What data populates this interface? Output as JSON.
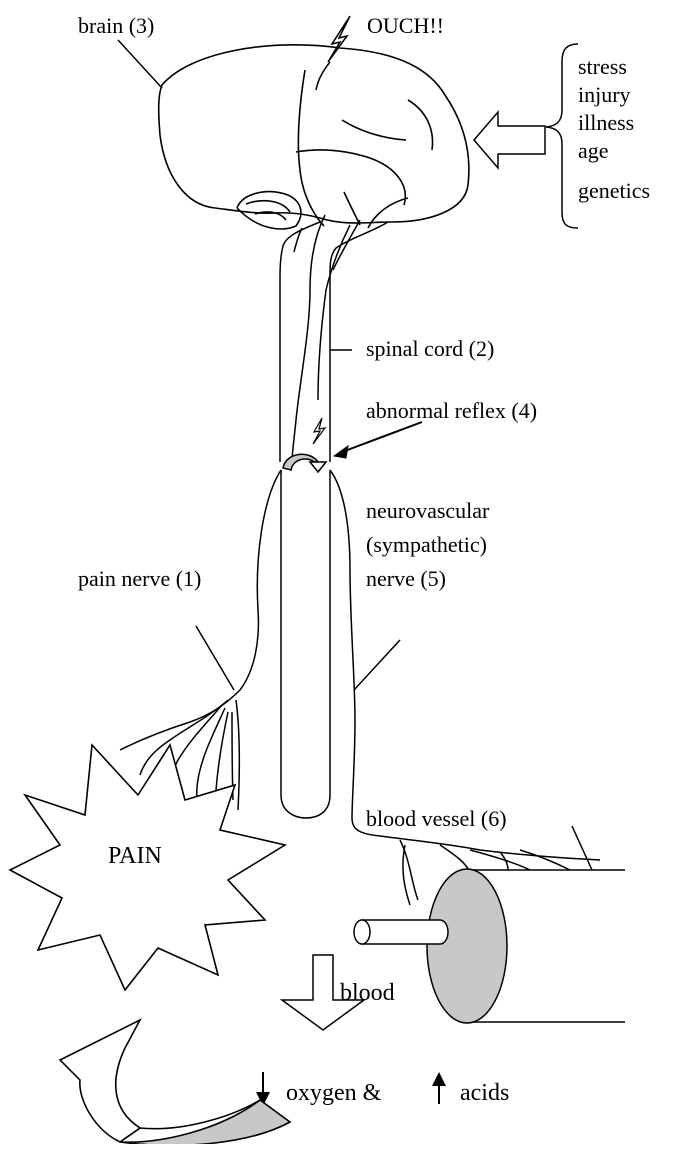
{
  "labels": {
    "brain": "brain (3)",
    "ouch": "OUCH!!",
    "spinal_cord": "spinal cord (2)",
    "abnormal_reflex": "abnormal reflex (4)",
    "neurovascular_1": "neurovascular",
    "neurovascular_2": "(sympathetic)",
    "neurovascular_3": "nerve (5)",
    "pain_nerve": "pain nerve (1)",
    "blood_vessel": "blood vessel (6)",
    "pain": "PAIN",
    "blood": "blood",
    "oxygen": "oxygen &",
    "acids": "acids"
  },
  "factors": [
    "stress",
    "injury",
    "illness",
    "age",
    "genetics"
  ],
  "colors": {
    "line": "#000000",
    "fill_gray": "#c8c8c8",
    "background": "#ffffff"
  },
  "icons": {
    "lightning": "lightning-bolt-icon",
    "arrow_down": "down-arrow-icon",
    "arrow_up": "up-arrow-icon",
    "block_arrow_left": "block-arrow-left-icon",
    "block_arrow_down": "block-arrow-down-icon",
    "curved_arrow": "curved-arrow-icon"
  }
}
